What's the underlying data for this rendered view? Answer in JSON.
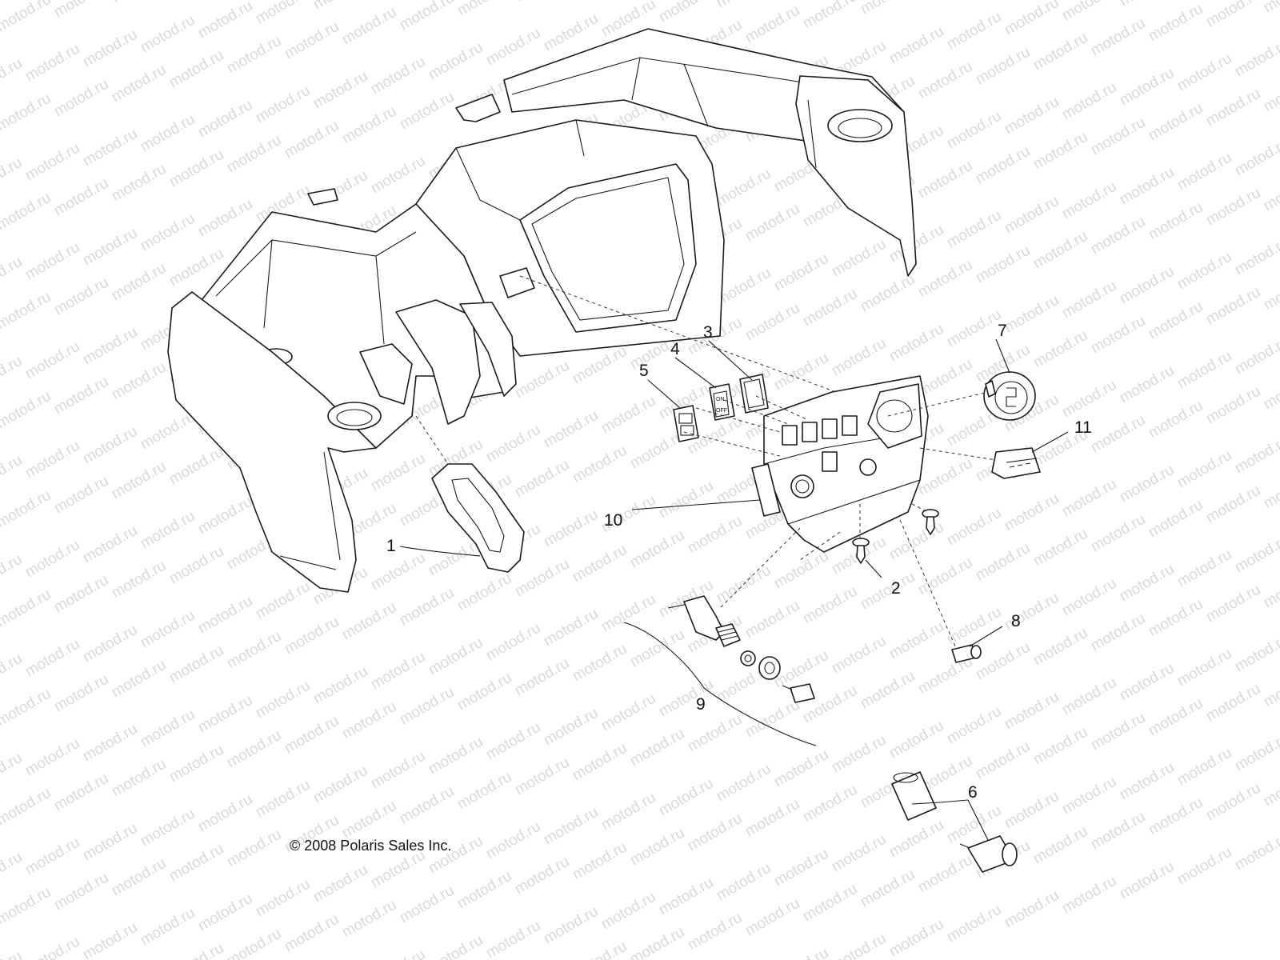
{
  "watermark": {
    "text": "motod.ru",
    "color": "#d9d9d9"
  },
  "callouts": [
    {
      "id": "1",
      "text": "1"
    },
    {
      "id": "2",
      "text": "2"
    },
    {
      "id": "3",
      "text": "3"
    },
    {
      "id": "4",
      "text": "4"
    },
    {
      "id": "5",
      "text": "5"
    },
    {
      "id": "6",
      "text": "6"
    },
    {
      "id": "7",
      "text": "7"
    },
    {
      "id": "8",
      "text": "8"
    },
    {
      "id": "9",
      "text": "9"
    },
    {
      "id": "10",
      "text": "10"
    },
    {
      "id": "11",
      "text": "11"
    }
  ],
  "switch_marks": {
    "top": "ON",
    "bottom": "OFF"
  },
  "copyright": "© 2008 Polaris Sales Inc."
}
